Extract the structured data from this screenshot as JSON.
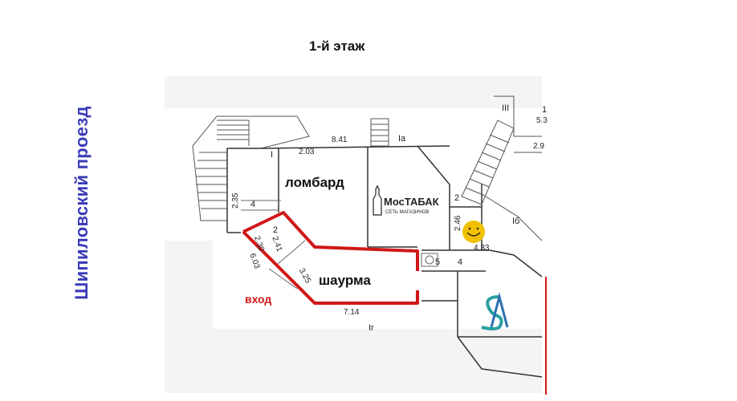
{
  "title": "1-й этаж",
  "street": "Шипиловский проезд",
  "rooms": {
    "lombard": "ломбард",
    "shaurma": "шаурма",
    "entrance": "вход"
  },
  "shop": {
    "brand": "МосТАБАК",
    "tagline": "СЕТЬ МАГАЗИНОВ"
  },
  "labels": {
    "d_8_41": "8.41",
    "d_2_03": "2.03",
    "d_2_35": "2.35",
    "d_2_30": "2.30",
    "d_2_41": "2.41",
    "d_6_03": "6.03",
    "d_3_25": "3.25",
    "d_7_14": "7.14",
    "d_2_46": "2.46",
    "d_4_33": "4.33",
    "d_2_9": "2.9",
    "d_5_3": "5.3",
    "n_1": "1",
    "n_2a": "2",
    "n_2b": "2",
    "n_4a": "4",
    "n_4b": "4",
    "n_5": "5",
    "r_Ia": "Iа",
    "r_Ib": "Iб",
    "r_Ig": "Iг",
    "r_III": "III",
    "r_I": "I"
  },
  "colors": {
    "street_text": "#3a3ab8",
    "outline_red": "#d01818",
    "pyaterochka": "#f1c000",
    "logo_teal": "#2a9fa0",
    "logo_blue": "#2a6fb0"
  }
}
